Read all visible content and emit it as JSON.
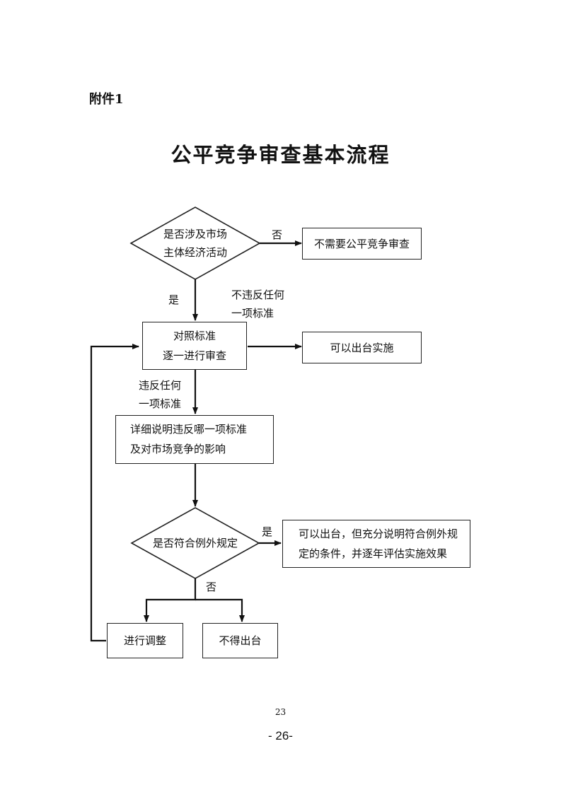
{
  "attachment": "附件1",
  "title": "公平竞争审查基本流程",
  "decision1": {
    "line1": "是否涉及市场",
    "line2": "主体经济活动"
  },
  "decision2": {
    "text": "是否符合例外规定"
  },
  "boxes": {
    "no_review": "不需要公平竞争审查",
    "review_line1": "对照标准",
    "review_line2": "逐一进行审查",
    "can_issue": "可以出台实施",
    "explain_line1": "详细说明违反哪一项标准",
    "explain_line2": "及对市场竞争的影响",
    "exception_line1": "可以出台，但充分说明符合例外规",
    "exception_line2": "定的条件，并逐年评估实施效果",
    "adjust": "进行调整",
    "no_issue": "不得出台"
  },
  "labels": {
    "no1": "否",
    "yes1": "是",
    "not_violate_line1": "不违反任何",
    "not_violate_line2": "一项标准",
    "violate_line1": "违反任何",
    "violate_line2": "一项标准",
    "yes2": "是",
    "no2": "否"
  },
  "page_number_small": "23",
  "page_number": "- 26-"
}
